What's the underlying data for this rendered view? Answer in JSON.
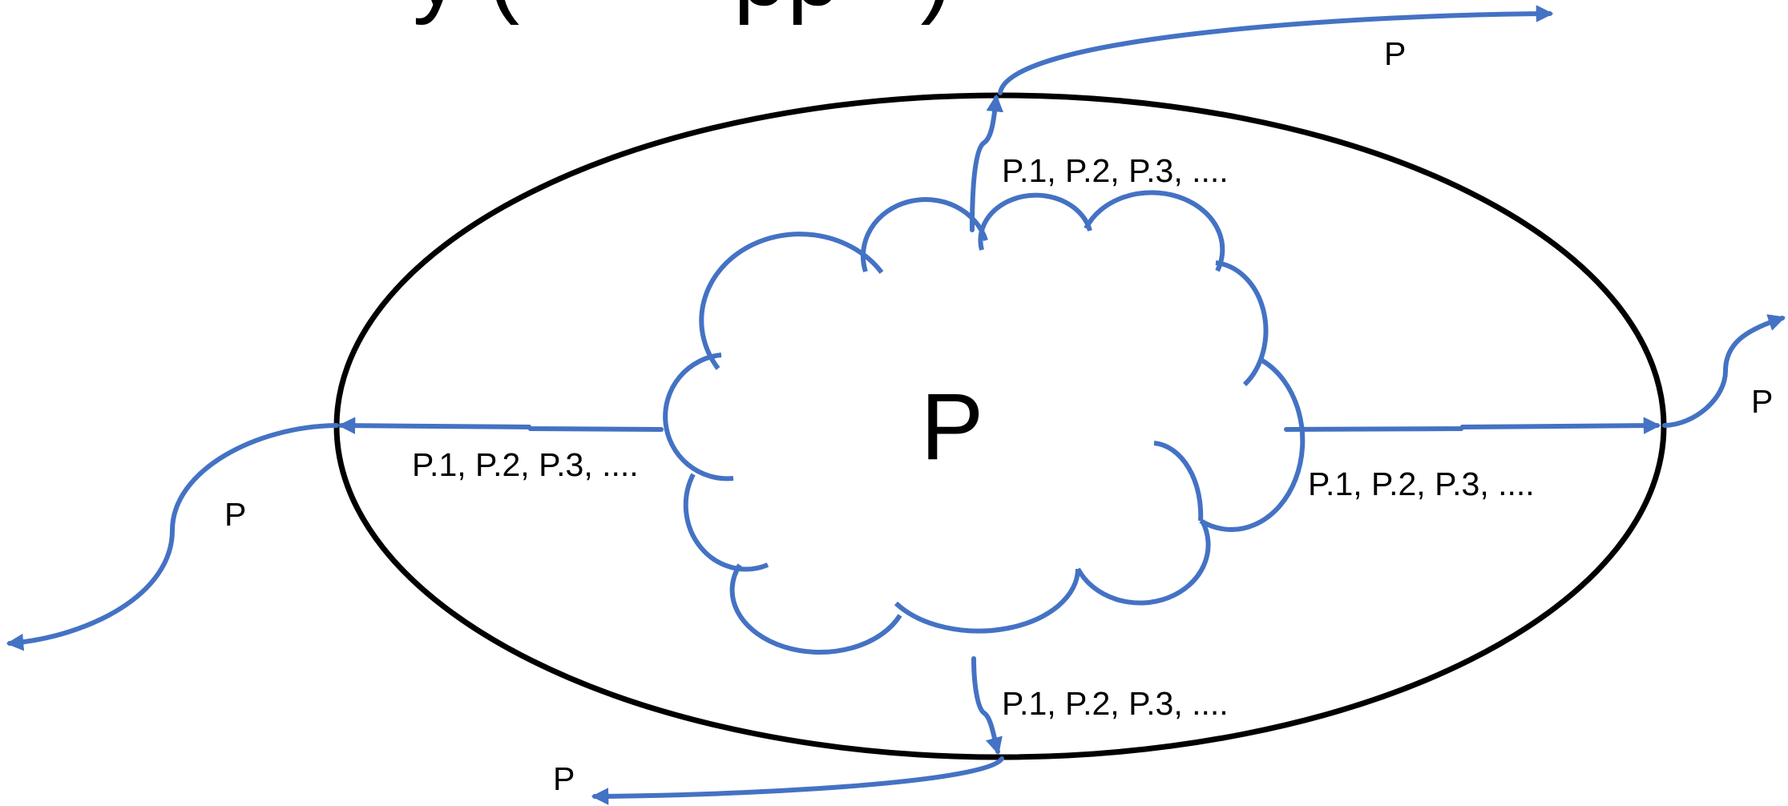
{
  "title": {
    "text": "y (        pp   )"
  },
  "center": {
    "label": "P"
  },
  "flows": {
    "top": {
      "inner_label": "P.1, P.2, P.3, ....",
      "outer_label": "P"
    },
    "left": {
      "inner_label": "P.1, P.2, P.3, ....",
      "outer_label": "P"
    },
    "right": {
      "inner_label": "P.1, P.2, P.3, ....",
      "outer_label": "P"
    },
    "bottom": {
      "inner_label": "P.1, P.2, P.3, ....",
      "outer_label": "P"
    }
  },
  "colors": {
    "boundary": "#000000",
    "flow": "#4472C4",
    "cloud": "#4472C4",
    "text": "#000000",
    "background": "#FFFFFF"
  },
  "icons": {
    "boundary": "ellipse",
    "center": "cloud",
    "flow_heads": "arrowhead"
  }
}
